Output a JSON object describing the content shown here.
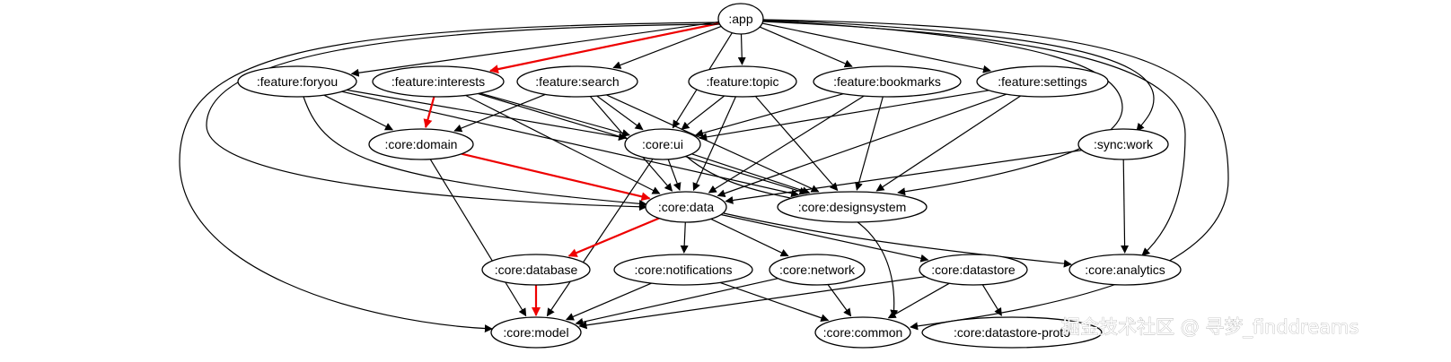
{
  "graph": {
    "nodes": [
      {
        "id": "app",
        "label": ":app"
      },
      {
        "id": "foryou",
        "label": ":feature:foryou"
      },
      {
        "id": "interests",
        "label": ":feature:interests"
      },
      {
        "id": "search",
        "label": ":feature:search"
      },
      {
        "id": "topic",
        "label": ":feature:topic"
      },
      {
        "id": "bookmarks",
        "label": ":feature:bookmarks"
      },
      {
        "id": "settings",
        "label": ":feature:settings"
      },
      {
        "id": "domain",
        "label": ":core:domain"
      },
      {
        "id": "ui",
        "label": ":core:ui"
      },
      {
        "id": "sync",
        "label": ":sync:work"
      },
      {
        "id": "data",
        "label": ":core:data"
      },
      {
        "id": "designsystem",
        "label": ":core:designsystem"
      },
      {
        "id": "database",
        "label": ":core:database"
      },
      {
        "id": "notifications",
        "label": ":core:notifications"
      },
      {
        "id": "network",
        "label": ":core:network"
      },
      {
        "id": "datastore",
        "label": ":core:datastore"
      },
      {
        "id": "analytics",
        "label": ":core:analytics"
      },
      {
        "id": "model",
        "label": ":core:model"
      },
      {
        "id": "common",
        "label": ":core:common"
      },
      {
        "id": "datastore_proto",
        "label": ":core:datastore-proto"
      }
    ],
    "edges": [
      {
        "from": "app",
        "to": "foryou"
      },
      {
        "from": "app",
        "to": "interests",
        "highlight": true
      },
      {
        "from": "app",
        "to": "search"
      },
      {
        "from": "app",
        "to": "topic"
      },
      {
        "from": "app",
        "to": "bookmarks"
      },
      {
        "from": "app",
        "to": "settings"
      },
      {
        "from": "app",
        "to": "ui"
      },
      {
        "from": "app",
        "to": "sync"
      },
      {
        "from": "app",
        "to": "analytics"
      },
      {
        "from": "app",
        "to": "data"
      },
      {
        "from": "app",
        "to": "model"
      },
      {
        "from": "app",
        "to": "common"
      },
      {
        "from": "app",
        "to": "designsystem"
      },
      {
        "from": "foryou",
        "to": "domain"
      },
      {
        "from": "foryou",
        "to": "ui"
      },
      {
        "from": "foryou",
        "to": "data"
      },
      {
        "from": "foryou",
        "to": "designsystem"
      },
      {
        "from": "interests",
        "to": "domain",
        "highlight": true
      },
      {
        "from": "interests",
        "to": "ui"
      },
      {
        "from": "interests",
        "to": "data"
      },
      {
        "from": "interests",
        "to": "designsystem"
      },
      {
        "from": "search",
        "to": "domain"
      },
      {
        "from": "search",
        "to": "ui"
      },
      {
        "from": "search",
        "to": "data"
      },
      {
        "from": "search",
        "to": "designsystem"
      },
      {
        "from": "topic",
        "to": "ui"
      },
      {
        "from": "topic",
        "to": "data"
      },
      {
        "from": "topic",
        "to": "designsystem"
      },
      {
        "from": "bookmarks",
        "to": "ui"
      },
      {
        "from": "bookmarks",
        "to": "data"
      },
      {
        "from": "bookmarks",
        "to": "designsystem"
      },
      {
        "from": "settings",
        "to": "ui"
      },
      {
        "from": "settings",
        "to": "data"
      },
      {
        "from": "settings",
        "to": "designsystem"
      },
      {
        "from": "domain",
        "to": "data",
        "highlight": true
      },
      {
        "from": "domain",
        "to": "model"
      },
      {
        "from": "ui",
        "to": "designsystem"
      },
      {
        "from": "ui",
        "to": "data"
      },
      {
        "from": "ui",
        "to": "model"
      },
      {
        "from": "ui",
        "to": "common"
      },
      {
        "from": "sync",
        "to": "data"
      },
      {
        "from": "sync",
        "to": "analytics"
      },
      {
        "from": "data",
        "to": "database",
        "highlight": true
      },
      {
        "from": "data",
        "to": "notifications"
      },
      {
        "from": "data",
        "to": "network"
      },
      {
        "from": "data",
        "to": "datastore"
      },
      {
        "from": "data",
        "to": "analytics"
      },
      {
        "from": "database",
        "to": "model",
        "highlight": true
      },
      {
        "from": "notifications",
        "to": "model"
      },
      {
        "from": "notifications",
        "to": "common"
      },
      {
        "from": "network",
        "to": "model"
      },
      {
        "from": "network",
        "to": "common"
      },
      {
        "from": "datastore",
        "to": "model"
      },
      {
        "from": "datastore",
        "to": "common"
      },
      {
        "from": "datastore",
        "to": "datastore_proto"
      }
    ],
    "edge_color": "#000000",
    "highlight_color": "#ee0000"
  },
  "watermark": {
    "text": "掘金技术社区 @ 寻梦_finddreams"
  }
}
